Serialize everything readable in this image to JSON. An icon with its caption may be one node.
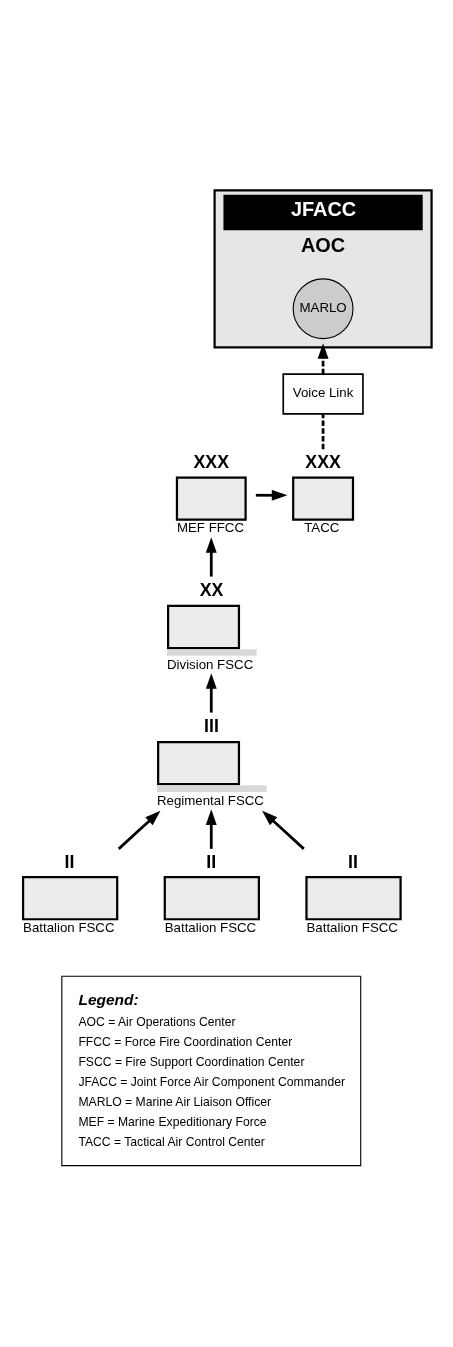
{
  "diagram": {
    "nodes": [
      {
        "text": [
          "JFACC",
          "AOC"
        ]
      },
      {
        "text": [
          "MARLO"
        ],
        "in": 0
      },
      {
        "text": [
          "Voice Link"
        ]
      },
      {
        "text": [
          "XXX",
          "MEF FFCC"
        ]
      },
      {
        "text": [
          "XXX",
          "TACC"
        ]
      },
      {
        "text": [
          "XX",
          "Division FSCC"
        ]
      },
      {
        "text": [
          "III",
          "Regimental FSCC"
        ]
      },
      {
        "text": [
          "II",
          "Battalion FSCC"
        ]
      },
      {
        "text": [
          "II",
          "Battalion FSCC"
        ]
      },
      {
        "text": [
          "II",
          "Battalion FSCC"
        ]
      },
      {
        "text": [
          "Legend:",
          "AOC = Air Operations Center",
          "FFCC = Force Fire Coordination Center",
          "FSCC = Fire Support Coordination Center",
          "JFACC = Joint Force Air Component Commander",
          "MARLO = Marine Air Liaison Officer",
          "MEF = Marine Expeditionary Force",
          "TACC = Tactical Air Control Center"
        ]
      }
    ],
    "edges": [
      {
        "from": 2,
        "to": 0,
        "arrow": "to",
        "style": "dashed"
      },
      {
        "from": 4,
        "to": 2,
        "arrow": "none",
        "style": "dashed"
      },
      {
        "from": 3,
        "to": 4,
        "arrow": "to"
      },
      {
        "from": 5,
        "to": 3,
        "arrow": "to"
      },
      {
        "from": 6,
        "to": 5,
        "arrow": "to"
      },
      {
        "from": 7,
        "to": 6,
        "arrow": "to"
      },
      {
        "from": 8,
        "to": 6,
        "arrow": "to"
      },
      {
        "from": 9,
        "to": 6,
        "arrow": "to"
      }
    ]
  }
}
